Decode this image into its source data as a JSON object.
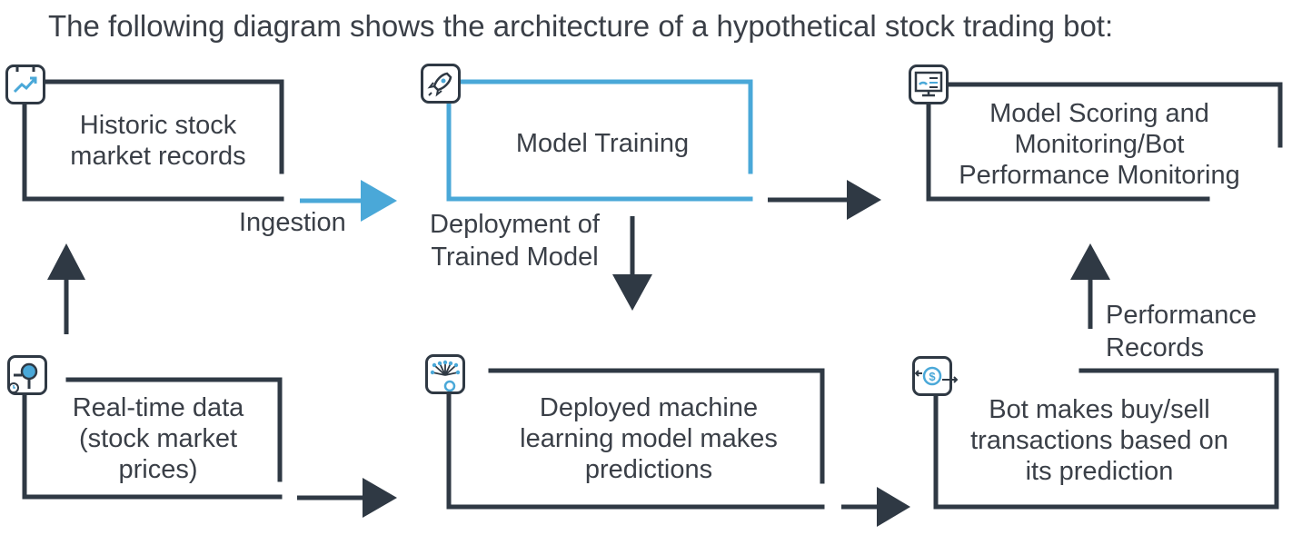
{
  "caption": "The following diagram shows the architecture of a hypothetical stock trading bot:",
  "nodes": {
    "historic": {
      "label": "Historic stock\nmarket records",
      "icon": "calendar-chart-icon"
    },
    "training": {
      "label": "Model Training",
      "icon": "rocket-icon"
    },
    "scoring": {
      "label": "Model Scoring and\nMonitoring/Bot\nPerformance Monitoring",
      "icon": "monitor-dashboard-icon"
    },
    "realtime": {
      "label": "Real-time data\n(stock market\nprices)",
      "icon": "data-stream-icon"
    },
    "deployed": {
      "label": "Deployed machine\nlearning model makes\npredictions",
      "icon": "neural-network-icon"
    },
    "bot": {
      "label": "Bot makes buy/sell\ntransactions based on\nits prediction",
      "icon": "dollar-exchange-icon"
    }
  },
  "edges": {
    "ingestion": "Ingestion",
    "deployment": "Deployment of\nTrained Model",
    "performance": "Performance\nRecords"
  },
  "colors": {
    "dark": "#2f3944",
    "accent": "#4aa8d8",
    "text": "#3a3f47"
  }
}
